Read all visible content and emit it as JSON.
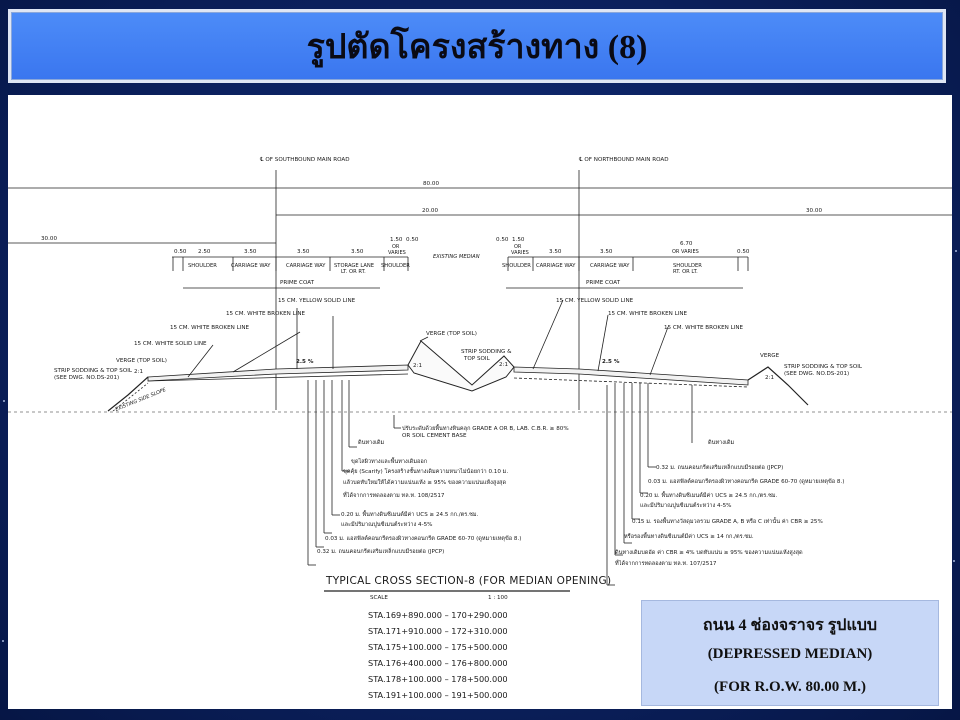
{
  "slide": {
    "title": "รูปตัดโครงสร้างทาง (8)"
  },
  "drawing": {
    "centerline_left": "℄ OF SOUTHBOUND MAIN ROAD",
    "centerline_right": "℄ OF NORTHBOUND MAIN ROAD",
    "total_width": "80.00",
    "median_width": "20.00",
    "side_width_left": "30.00",
    "side_width_right": "30.00",
    "dims_left": [
      "0.50",
      "2.50",
      "3.50",
      "3.50",
      "3.50",
      "1.50",
      "0.50"
    ],
    "dims_left_or": "OR",
    "dims_left_varies": "VARIES",
    "dims_right": [
      "0.50",
      "1.50",
      "3.50",
      "3.50",
      "6.70",
      "0.50"
    ],
    "dims_right_or": "OR VARIES",
    "dims_right_or2": "OR",
    "dims_right_varies": "VARIES",
    "labels_left": [
      "SHOULDER",
      "CARRIAGE WAY",
      "CARRIAGE WAY",
      "STORAGE LANE",
      "SHOULDER"
    ],
    "label_storage_sub": "LT. OR RT.",
    "label_existing_median": "EXISTING MEDIAN",
    "labels_right": [
      "SHOULDER",
      "CARRIAGE WAY",
      "CARRIAGE WAY",
      "SHOULDER"
    ],
    "label_shoulder_sub": "RT. OR LT.",
    "prime_coat_left": "PRIME COAT",
    "prime_coat_right": "PRIME COAT",
    "yellow_line_left": "15 CM. YELLOW SOLID LINE",
    "white_broken_left_1": "15 CM. WHITE BROKEN LINE",
    "white_broken_left_2": "15 CM. WHITE BROKEN LINE",
    "white_solid_left": "15 CM. WHITE SOLID LINE",
    "verge_left": "VERGE (TOP SOIL)",
    "strip_left_1": "STRIP SODDING & TOP SOIL",
    "strip_left_2": "(SEE DWG. NO.DS-201)",
    "existing_slope": "EXISTING SIDE SLOPE",
    "verge_center": "VERGE (TOP SOIL)",
    "strip_center_1": "STRIP SODDING &",
    "strip_center_2": "TOP SOIL",
    "yellow_line_right": "15 CM. YELLOW SOLID LINE",
    "white_broken_right_1": "15 CM. WHITE BROKEN LINE",
    "white_broken_right_2": "15 CM. WHITE BROKEN LINE",
    "verge_right": "VERGE",
    "strip_right_1": "STRIP SODDING & TOP SOIL",
    "strip_right_2": "(SEE DWG. NO.DS-201)",
    "slope_label": "2:1",
    "grade_left": "2.5 %",
    "grade_right": "2.5 %",
    "note_base_1": "ปรับระดับด้วยพื้นทางหินคลุก GRADE A OR B, LAB. C.B.R. ≥ 80%",
    "note_base_2": "OR SOIL CEMENT BASE",
    "note_subgrade_left": "ดินทางเดิม",
    "note_subgrade_right": "ดินทางเดิม",
    "notes_left": [
      "ขุดไสผิวทางและพื้นทางเดิมออก",
      "ขุดคุ้ย (Scarify) โครงสร้างชั้นทางเดิมความหนาไม่น้อยกว่า 0.10 ม.",
      "แล้วบดทับใหม่ให้ได้ความแน่นแห้ง ≥ 95% ของความแน่นแห้งสูงสุด",
      "ที่ได้จากการทดลองตาม ทล.ท. 108/2517",
      "0.20 ม. พื้นทางดินซีเมนต์มีค่า UCS ≥ 24.5 กก./ตร.ซม.",
      "และมีปริมาณปูนซีเมนต์ระหว่าง 4-5%",
      "0.03 ม. แอสฟัลต์คอนกรีตรองผิวทางคอนกรีต GRADE 60-70 (ดูหมายเหตุข้อ 8.)",
      "0.32 ม. ถนนคอนกรีตเสริมเหล็กแบบมีรอยต่อ (JPCP)"
    ],
    "notes_right": [
      "0.32 ม. ถนนคอนกรีตเสริมเหล็กแบบมีรอยต่อ (JPCP)",
      "0.03 ม. แอสฟัลต์คอนกรีตรองผิวทางคอนกรีต GRADE 60-70 (ดูหมายเหตุข้อ 8.)",
      "0.20 ม. พื้นทางดินซีเมนต์มีค่า UCS ≥ 24.5 กก./ตร.ซม.",
      "และมีปริมาณปูนซีเมนต์ระหว่าง 4-5%",
      "0.15 ม. รองพื้นทางวัสดุมวลรวม GRADE A, B หรือ C เท่านั้น ค่า CBR ≥ 25%",
      "หรือรองพื้นทางดินซีเมนต์มีค่า UCS ≥ 14 กก./ตร.ซม.",
      "ดินทางเดิมบดอัด ค่า CBR ≥ 4% บดทับแน่น ≥ 95% ของความแน่นแห้งสูงสุด",
      "ที่ได้จากการทดลองตาม ทล.ท. 107/2517"
    ],
    "section_title": "TYPICAL CROSS SECTION-8 (FOR MEDIAN OPENING)",
    "scale_label": "SCALE",
    "scale_value": "1 : 100",
    "stations": [
      "STA.169+890.000  –  170+290.000",
      "STA.171+910.000  –  172+310.000",
      "STA.175+100.000  –  175+500.000",
      "STA.176+400.000  –  176+800.000",
      "STA.178+100.000  –  178+500.000",
      "STA.191+100.000  –  191+500.000"
    ]
  },
  "infobox": {
    "line1": "ถนน 4 ช่องจราจร รูปแบบ",
    "line2": "(DEPRESSED MEDIAN)",
    "line3": "(FOR R.O.W. 80.00 M.)"
  }
}
